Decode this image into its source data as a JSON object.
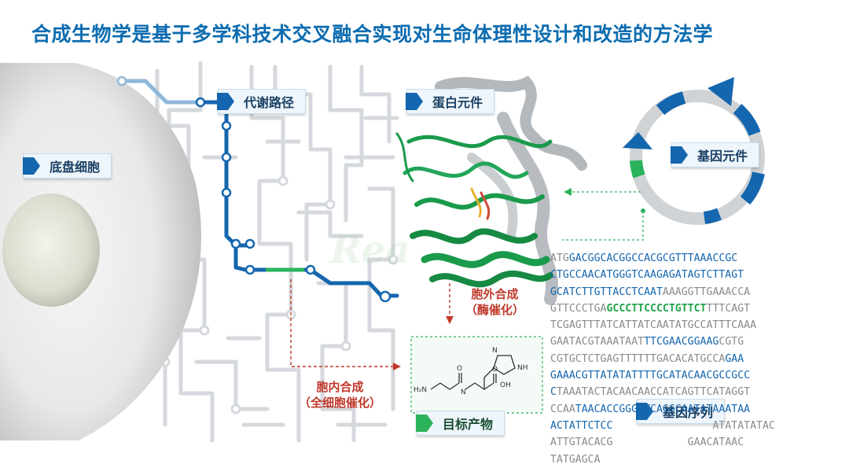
{
  "title": "合成生物学是基于多学科技术交叉融合实现对生命体理性设计和改造的方法学",
  "labels": {
    "chassis_cell": "底盘细胞",
    "metabolic_pathway": "代谢路径",
    "protein_element": "蛋白元件",
    "gene_element": "基因元件",
    "target_product": "目标产物",
    "gene_sequence": "基因序列"
  },
  "synthesis": {
    "intracellular_line1": "胞内合成",
    "intracellular_line2": "（全细胞催化）",
    "extracellular_line1": "胞外合成",
    "extracellular_line2": "（酶催化）"
  },
  "watermark": "Rea",
  "dna_lines": [
    [
      {
        "t": "ATG",
        "c": "n"
      },
      {
        "t": "GACGGCACGGCCACGCGTTTAAACCGC",
        "c": "b"
      }
    ],
    [
      {
        "t": "CTGCCAACATGGGTCAAGAGATAGTCTTAGT",
        "c": "b"
      }
    ],
    [
      {
        "t": "GCATCTTGTTACCTCAAT",
        "c": "b"
      },
      {
        "t": "AAAGGTTGAAACCA",
        "c": "n"
      }
    ],
    [
      {
        "t": "GTTCCCTGA",
        "c": "n"
      },
      {
        "t": "GCCCTTCCCCTGTTCT",
        "c": "g"
      },
      {
        "t": "TTTCAGT",
        "c": "n"
      }
    ],
    [
      {
        "t": "TCGAGTTTATCATTATCAATATGCCATTTCAAA",
        "c": "n"
      }
    ],
    [
      {
        "t": "GAATACGTAAATAAT",
        "c": "n"
      },
      {
        "t": "TTCGAACGGAAG",
        "c": "b"
      },
      {
        "t": "CGTG",
        "c": "n"
      }
    ],
    [
      {
        "t": "CGTGCTCTGAGTTTTTTGACACATGCCA",
        "c": "n"
      },
      {
        "t": "GAA",
        "c": "b"
      }
    ],
    [
      {
        "t": "GAAACGTTATATATTTTGCATACAACGCCGCC",
        "c": "b"
      }
    ],
    [
      {
        "t": "C",
        "c": "b"
      },
      {
        "t": "TAAATACTACAACAACCATCAGTTCATAGGT",
        "c": "n"
      }
    ],
    [
      {
        "t": "CCAA",
        "c": "n"
      },
      {
        "t": "TAACACCGGGTTCAGGCAATATAAATAA",
        "c": "b"
      }
    ],
    [
      {
        "t": "ACTATTCTCC",
        "c": "b"
      },
      {
        "t": "                ",
        "c": "n"
      },
      {
        "t": "ATATATATAC",
        "c": "n"
      }
    ],
    [
      {
        "t": "ATTGTACACG",
        "c": "n"
      },
      {
        "t": "            ",
        "c": "n"
      },
      {
        "t": "GAACATAAC",
        "c": "n"
      }
    ],
    [
      {
        "t": "TATGAGCA",
        "c": "n"
      }
    ]
  ],
  "molecule_atoms": {
    "nh2": "H₂N",
    "nh": "N\nH",
    "o": "O",
    "oh": "OH",
    "ring_n": "N",
    "ring_nh": "NH"
  },
  "colors": {
    "title_blue": "#0d6cb0",
    "pathway_blue": "#1466ae",
    "accent_green": "#2bb35c",
    "protein_green": "#1a9a4b",
    "red_label": "#c0392b",
    "circuit_gray": "#d5d8dc"
  },
  "icons": [
    "flag-icon"
  ]
}
